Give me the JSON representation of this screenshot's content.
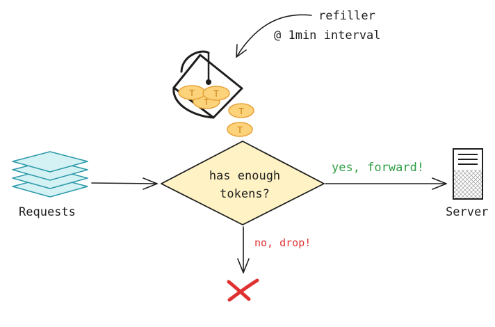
{
  "refiller": {
    "line1": "refiller",
    "line2": "@ 1min interval"
  },
  "decision": {
    "line1": "has enough",
    "line2": "tokens?"
  },
  "requests_label": "Requests",
  "server_label": "Server",
  "yes_label": "yes, forward!",
  "no_label": "no, drop!",
  "token_glyph": "T",
  "colors": {
    "ink": "#1e1e1e",
    "decision_fill": "#fff3c6",
    "coin_fill": "#fcd37b",
    "coin_stroke": "#e8a23a",
    "requests_fill": "#d4f1f4",
    "requests_stroke": "#2a9aa8",
    "yes": "#2f9e44",
    "no": "#e03131"
  }
}
